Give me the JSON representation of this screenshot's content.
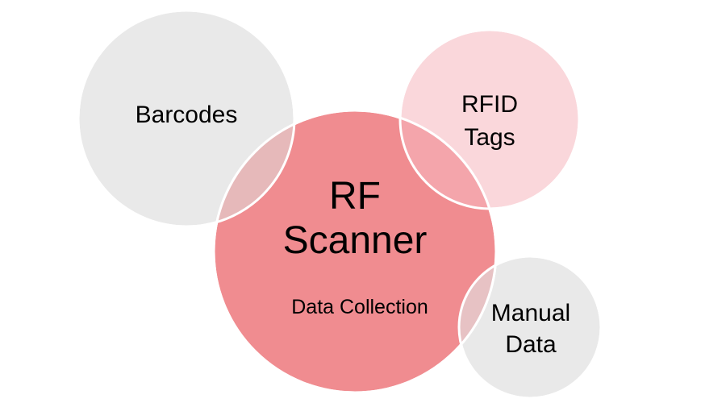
{
  "diagram": {
    "center": {
      "title_line1": "RF",
      "title_line2": "Scanner",
      "subtitle": "Data Collection"
    },
    "barcodes": {
      "label": "Barcodes"
    },
    "rfid": {
      "label_line1": "RFID",
      "label_line2": "Tags"
    },
    "manual": {
      "label_line1": "Manual",
      "label_line2": "Data"
    }
  },
  "colors": {
    "center_fill": "#f08c90",
    "barcodes_fill": "#e9e9e9",
    "rfid_fill": "#fad7db",
    "manual_fill": "#e9e9e9",
    "overlap_barcodes": "#e6b9ba",
    "overlap_rfid": "#f4a5ab",
    "overlap_manual": "#e7c2c4",
    "outline": "#ffffff"
  }
}
